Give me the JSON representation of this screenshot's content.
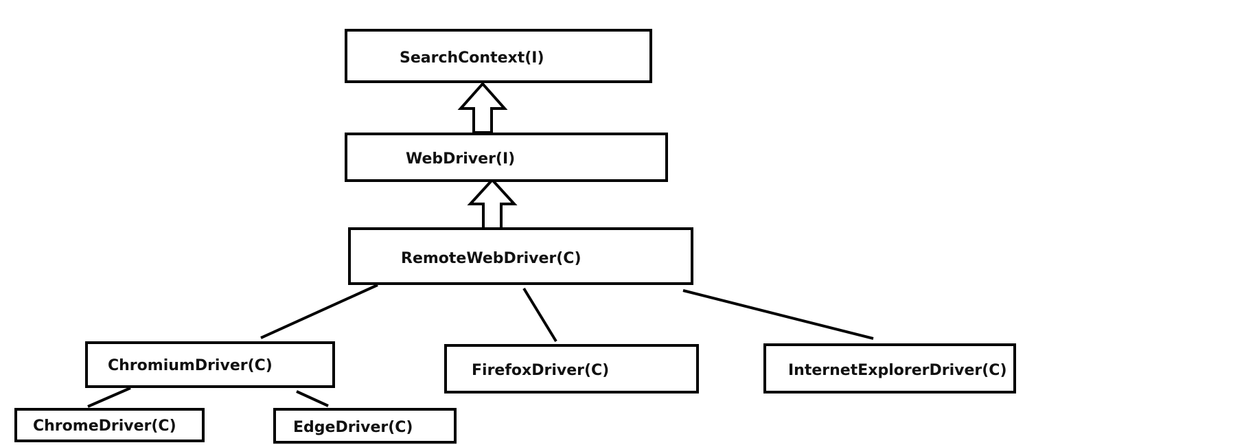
{
  "diagram": {
    "colors": {
      "stroke": "#000000",
      "background": "#ffffff",
      "text": "#111111"
    },
    "nodes": {
      "search_context": "SearchContext(I)",
      "web_driver": "WebDriver(I)",
      "remote_web_driver": "RemoteWebDriver(C)",
      "chromium_driver": "ChromiumDriver(C)",
      "firefox_driver": "FirefoxDriver(C)",
      "internet_explorer_driver": "InternetExplorerDriver(C)",
      "chrome_driver": "ChromeDriver(C)",
      "edge_driver": "EdgeDriver(C)"
    }
  }
}
